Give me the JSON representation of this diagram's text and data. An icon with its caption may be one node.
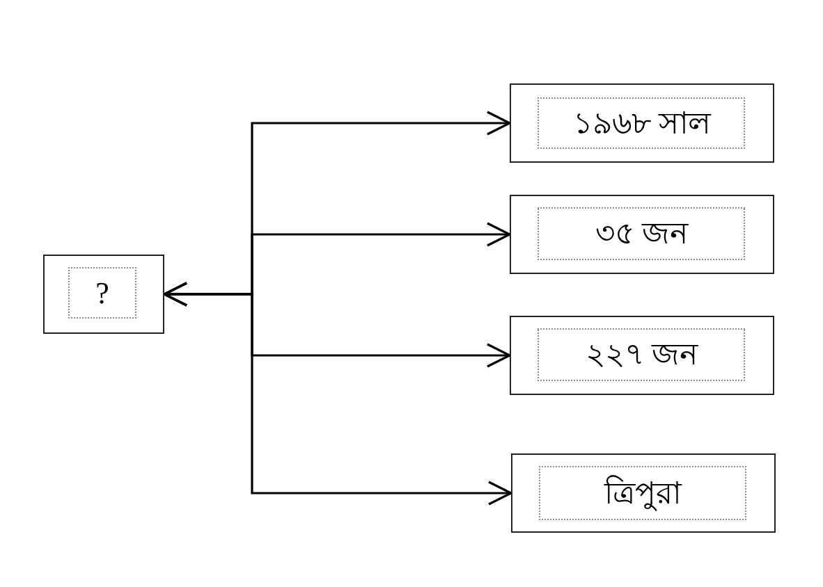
{
  "diagram": {
    "nodes": [
      {
        "text": [
          "?"
        ]
      },
      {
        "text": [
          "১৯৬৮ সাল"
        ]
      },
      {
        "text": [
          "৩৫ জন"
        ]
      },
      {
        "text": [
          "২২৭ জন"
        ]
      },
      {
        "text": [
          "ত্রিপুরা"
        ]
      }
    ],
    "edges": [
      {
        "from": 0,
        "to": 1,
        "arrow": "both"
      },
      {
        "from": 0,
        "to": 2,
        "arrow": "both"
      },
      {
        "from": 0,
        "to": 3,
        "arrow": "both"
      },
      {
        "from": 0,
        "to": 4,
        "arrow": "both"
      }
    ]
  }
}
